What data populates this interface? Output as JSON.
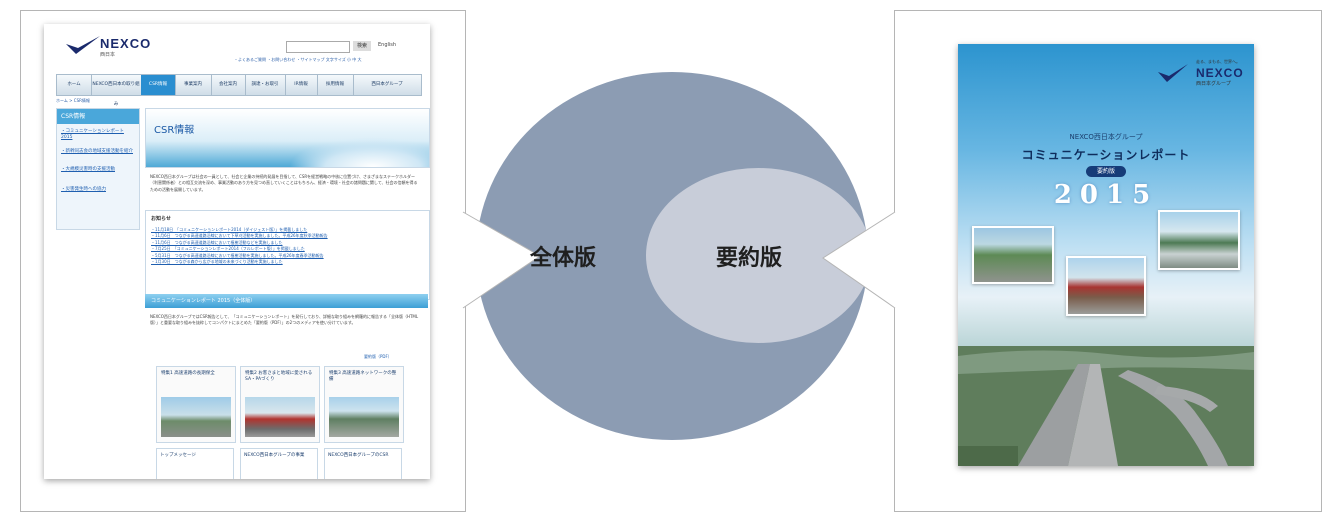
{
  "venn": {
    "outer_label": "全体版",
    "inner_label": "要約版",
    "outer_color": "#8c9cb3",
    "inner_color": "#c8cdd9"
  },
  "webpage": {
    "logo_text": "NEXCO",
    "logo_sub": "西日本",
    "search_button": "検索",
    "lang": "English",
    "utility_links": "・よくあるご質問 ・お問い合わせ ・サイトマップ  文字サイズ 小 中 大",
    "nav": [
      "ホーム",
      "NEXCO西日本の取り組み",
      "CSR情報",
      "事業案内",
      "会社案内",
      "調達・お取引",
      "IR情報",
      "採用情報",
      "西日本グループ"
    ],
    "breadcrumb": "ホーム > CSR情報",
    "side_title": "CSR情報",
    "side_items": [
      "・コミュニケーションレポート2015",
      "・新幹同志会の地域支援活動を紹介",
      "・大規模災害時の支援活動",
      "・災害発生時への協力"
    ],
    "main_title": "CSR情報",
    "intro": "NEXCO西日本グループは社会の一員として、社会と企業の持続的発展を目指して、CSRを経営戦略の中核に位置づけ、さまざまなステークホルダー（利害関係者）との相互交流を深め、事業活動のあり方を見つめ直していくことはもちろん、経済・環境・社会の諸問題に関して、社会の信頼を得るための活動を展開しています。",
    "notice_title": "お知らせ",
    "notices": [
      "・11月18日　「コミュニケーションレポート2014（ダイジェスト版）」を掲載しました",
      "・11月6日　つながる高速道路沿線において下草刈活動を実施しました。平成26年度秋季活動報告",
      "・11月6日　つながる高速道路沿線において植樹活動などを実施しました",
      "・7月25日　「コミュニケーションレポート2014（フルレポート版）」を掲載しました",
      "・5月31日　つながる高速道路沿線において植樹活動を実施しました。平成26年度春季活動報告",
      "・1月30日　つながる森から広がる地域の未来づくり活動を実施しました"
    ],
    "report_head": "コミュニケーションレポート 2015（全体版）",
    "report_text": "NEXCO西日本グループではCSR報告として、「コミュニケーションレポート」を発行しており、詳細な取り組みを網羅的に報告する「全体版（HTML版）」と重要な取り組みを抜粋してコンパクトにまとめた「要約版（PDF）」の2つのメディアを使い分けています。",
    "summary_link": "要約版（PDF）",
    "cards": [
      "特集1 高速道路の長期保全",
      "特集2 お客さまと地域に愛されるSA・PAづくり",
      "特集3 高速道路ネットワークの整備"
    ],
    "bottom_items": [
      "トップメッセージ",
      "NEXCO西日本グループの事業",
      "NEXCO西日本グループのCSR"
    ]
  },
  "cover": {
    "tagline": "走る、まもる、世界へ。",
    "logo_text": "NEXCO",
    "logo_sub": "西日本グループ",
    "group": "NEXCO西日本グループ",
    "title": "コミュニケーションレポート",
    "badge": "要約版",
    "year": "2015"
  }
}
